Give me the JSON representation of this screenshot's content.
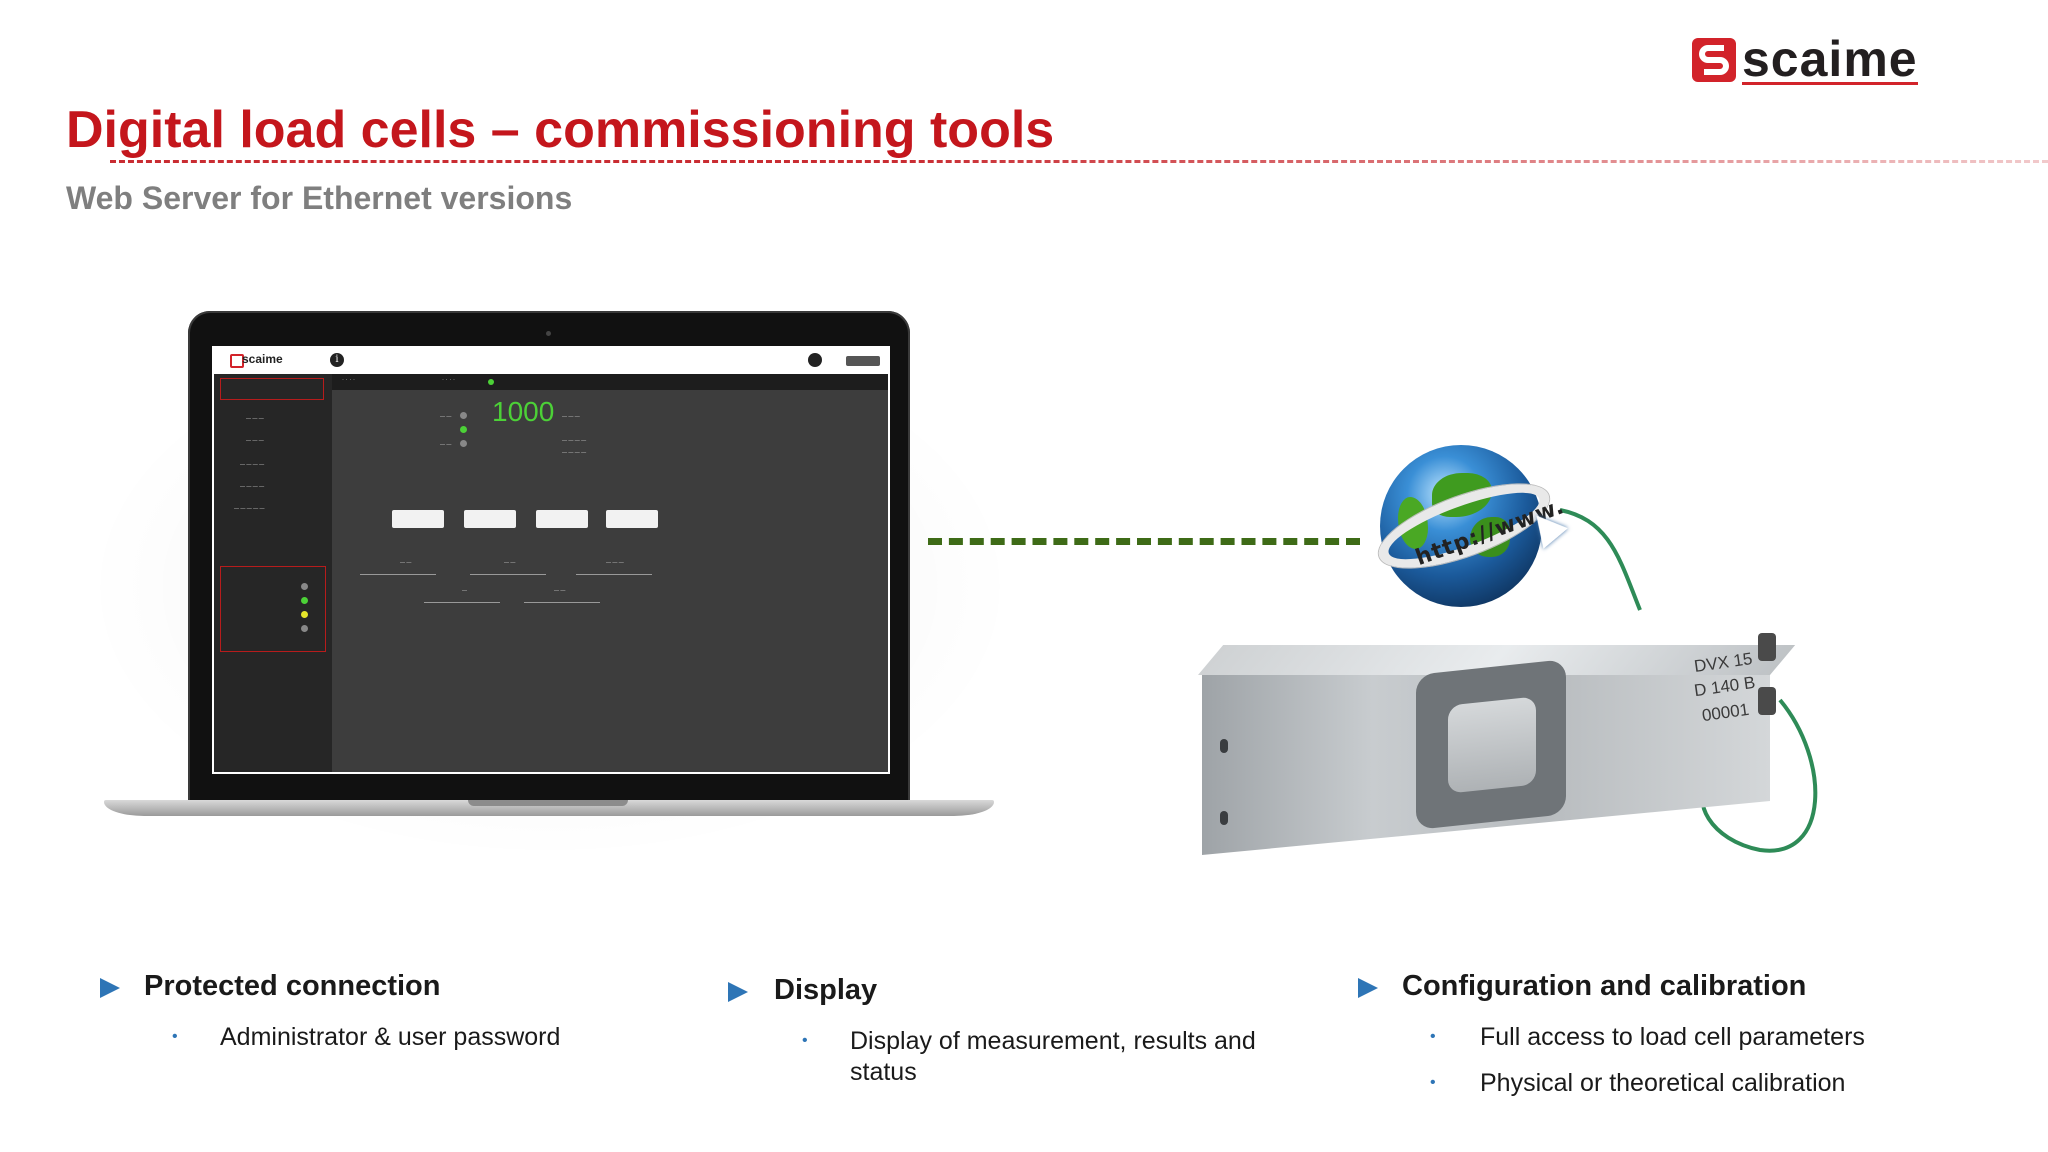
{
  "header": {
    "brand": "scaime",
    "title": "Digital load cells – commissioning tools",
    "subtitle": "Web Server for Ethernet versions"
  },
  "screen": {
    "app_brand": "scaime",
    "value": "1000"
  },
  "globe": {
    "url_text": "http://www."
  },
  "load_cell": {
    "label_line1": "DVX 15",
    "label_line2": "D 140 B",
    "label_line3": "00001"
  },
  "features": [
    {
      "title": "Protected connection",
      "items": [
        "Administrator & user password"
      ]
    },
    {
      "title": "Display",
      "items": [
        "Display of measurement, results and status"
      ]
    },
    {
      "title": "Configuration and calibration",
      "items": [
        "Full access to load cell parameters",
        "Physical or theoretical calibration"
      ]
    }
  ],
  "colors": {
    "title_red": "#c4161c",
    "subtitle_grey": "#7f7f7f",
    "bullet_blue": "#2e75b6",
    "dash_green": "#3e6b17",
    "value_green": "#4cd137"
  },
  "icons": [
    "scaime-logo",
    "play-triangle-icon",
    "globe-icon",
    "cursor-icon",
    "info-icon",
    "gear-icon"
  ]
}
